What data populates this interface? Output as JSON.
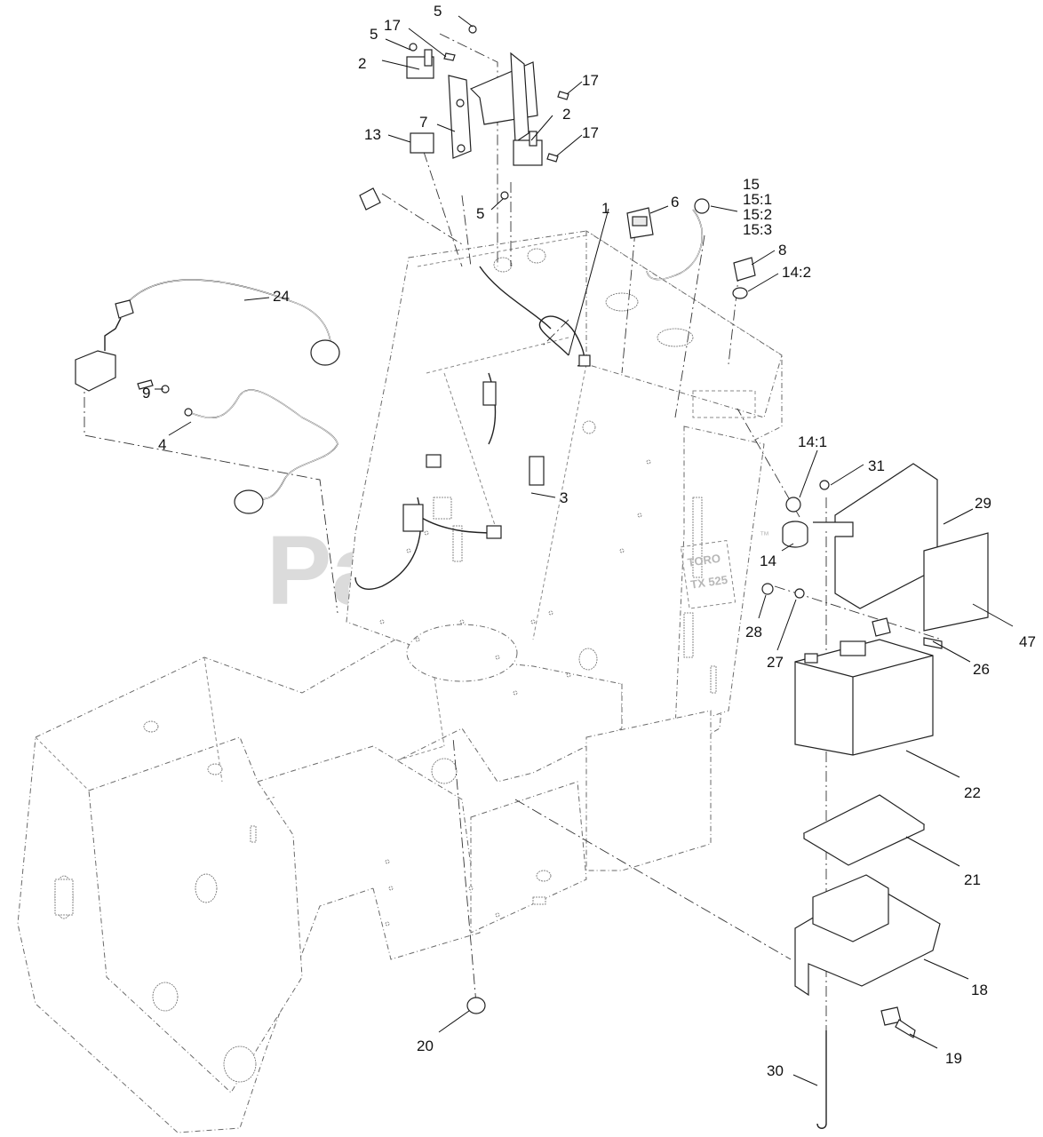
{
  "watermark": {
    "text": "PartsTree",
    "trademark": "™"
  },
  "decals": {
    "brand": "TORO",
    "model": "TX 525"
  },
  "callouts": {
    "c1": "1",
    "c2a": "2",
    "c2b": "2",
    "c3": "3",
    "c4": "4",
    "c5a": "5",
    "c5b": "5",
    "c5c": "5",
    "c6": "6",
    "c7": "7",
    "c8": "8",
    "c9": "9",
    "c13": "13",
    "c14": "14",
    "c14_1": "14:1",
    "c14_2": "14:2",
    "c15": "15",
    "c15_1": "15:1",
    "c15_2": "15:2",
    "c15_3": "15:3",
    "c17a": "17",
    "c17b": "17",
    "c17c": "17",
    "c18": "18",
    "c19": "19",
    "c20": "20",
    "c21": "21",
    "c22": "22",
    "c24": "24",
    "c26": "26",
    "c27": "27",
    "c28": "28",
    "c29": "29",
    "c30": "30",
    "c31": "31",
    "c47": "47"
  }
}
